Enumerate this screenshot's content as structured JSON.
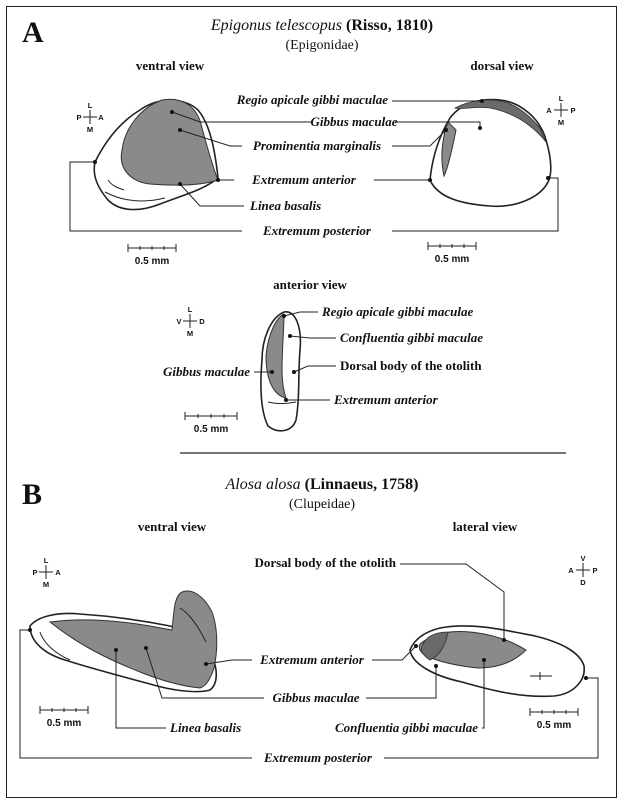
{
  "panel_a": {
    "letter": "A",
    "species": "Epigonus telescopus",
    "author": "(Risso, 1810)",
    "family": "(Epigonidae)",
    "ventral_view": "ventral view",
    "dorsal_view": "dorsal view",
    "anterior_view": "anterior view",
    "labels": {
      "regio_apicale": "Regio apicale gibbi maculae",
      "gibbus": "Gibbus maculae",
      "prominentia": "Prominentia marginalis",
      "extremum_anterior": "Extremum anterior",
      "linea_basalis": "Linea basalis",
      "extremum_posterior": "Extremum posterior",
      "regio_apicale_2": "Regio apicale gibbi maculae",
      "confluentia": "Confluentia gibbi maculae",
      "dorsal_body": "Dorsal body of the otolith",
      "gibbus_2": "Gibbus maculae",
      "extremum_anterior_2": "Extremum anterior"
    },
    "scale": "0.5 mm",
    "compass_ventral": {
      "top": "L",
      "left": "P",
      "right": "A",
      "bottom": "M"
    },
    "compass_dorsal": {
      "top": "L",
      "left": "A",
      "right": "P",
      "bottom": "M"
    },
    "compass_anterior": {
      "top": "L",
      "left": "V",
      "right": "D",
      "bottom": "M"
    }
  },
  "panel_b": {
    "letter": "B",
    "species": "Alosa alosa",
    "author": "(Linnaeus, 1758)",
    "family": "(Clupeidae)",
    "ventral_view": "ventral view",
    "lateral_view": "lateral view",
    "labels": {
      "dorsal_body": "Dorsal body of the otolith",
      "extremum_anterior": "Extremum anterior",
      "gibbus": "Gibbus maculae",
      "linea_basalis": "Linea basalis",
      "confluentia": "Confluentia gibbi maculae",
      "extremum_posterior": "Extremum posterior"
    },
    "scale": "0.5 mm",
    "compass_ventral": {
      "top": "L",
      "left": "P",
      "right": "A",
      "bottom": "M"
    },
    "compass_lateral": {
      "top": "V",
      "left": "A",
      "right": "P",
      "bottom": "D"
    }
  },
  "colors": {
    "macula": "#8a8a8a",
    "line": "#222222",
    "background": "#ffffff"
  }
}
